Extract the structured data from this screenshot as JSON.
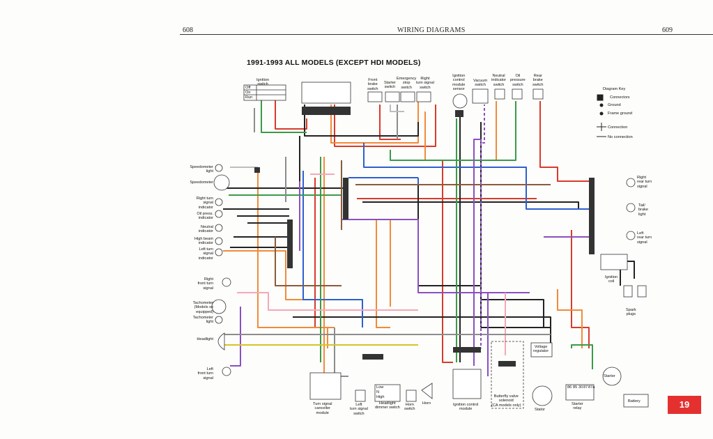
{
  "header": {
    "left_page_number": "608",
    "center_title": "WIRING DIAGRAMS",
    "right_page_number": "609"
  },
  "diagram_title": "1991-1993 ALL MODELS (EXCEPT HDI MODELS)",
  "components": {
    "ignition_switch": "Ignition\nswitch",
    "switch_positions": [
      "Off",
      "On",
      "Run"
    ],
    "front_brake_switch": "Front\nbrake\nswitch",
    "starter_switch": "Starter\nswitch",
    "emergency_stop_switch": "Emergency\nstop\nswitch",
    "right_turn_signal_switch": "Right\nturn signal\nswitch",
    "ignition_control_module_sensor": "Ignition\ncontrol\nmodule\nsensor",
    "vacuum_switch": "Vacuum\nswitch",
    "neutral_indicator_switch": "Neutral\nindicator\nswitch",
    "oil_pressure_switch": "Oil\npressure\nswitch",
    "rear_brake_switch": "Rear\nbrake\nswitch",
    "speedometer_light": "Speedometer\nlight",
    "speedometer": "Speedometer",
    "right_turn_signal_indicator": "Right turn\nsignal\nindicator",
    "oil_press_indicator": "Oil press.\nindicator",
    "neutral_indicator": "Neutral\nindicator",
    "high_beam_indicator": "High beam\nindicator",
    "left_turn_signal_indicator": "Left turn\nsignal\nindicator",
    "right_front_turn_signal": "Right\nfront turn\nsignal",
    "tachometer": "Tachometer\n(Models so\nequipped)",
    "tachometer_light": "Tachometer\nlight",
    "headlight": "Headlight",
    "left_front_turn_signal": "Left\nfront turn\nsignal",
    "turn_signal_canceller_module": "Turn signal\ncanceller\nmodule",
    "left_turn_signal_switch": "Left\nturn signal\nswitch",
    "headlight_dimmer_switch": "Headlight\ndimmer switch",
    "dimmer_positions": [
      "Low",
      "N",
      "High"
    ],
    "horn_switch": "Horn\nswitch",
    "horn": "Horn",
    "ignition_control_module": "Ignition control\nmodule",
    "butterfly_valve_solenoid": "Butterfly valve\nsolenoid\n(CA models only)",
    "stator": "Stator",
    "voltage_regulator": "Voltage\nregulator",
    "relay_terminals": [
      "86",
      "85",
      "30",
      "87",
      "87a"
    ],
    "starter_relay": "Starter\nrelay",
    "starter": "Starter",
    "battery": "Battery",
    "right_rear_turn_signal": "Right\nrear turn\nsignal",
    "tail_brake_light": "Tail/\nbrake\nlight",
    "left_rear_turn_signal": "Left\nrear turn\nsignal",
    "ignition_coil": "Ignition\ncoil",
    "spark_plugs": "Spark\nplugs"
  },
  "diagram_key": {
    "title": "Diagram Key",
    "connectors": "Connectors",
    "ground": "Ground",
    "frame_ground": "Frame ground",
    "connection": "Connection",
    "no_connection": "No connection"
  },
  "page_badge": "19",
  "colors": {
    "red": "#d83a2c",
    "orange": "#f08a3a",
    "black": "#222222",
    "blue": "#2e5fcf",
    "green": "#3a9a4a",
    "violet": "#8a4fc0",
    "brown": "#8a5a3a",
    "pink": "#f4a8b8",
    "grey": "#8c8c8c",
    "yellow": "#d7c42a",
    "white_wire": "#bdbdbd",
    "badge": "#e53030"
  }
}
